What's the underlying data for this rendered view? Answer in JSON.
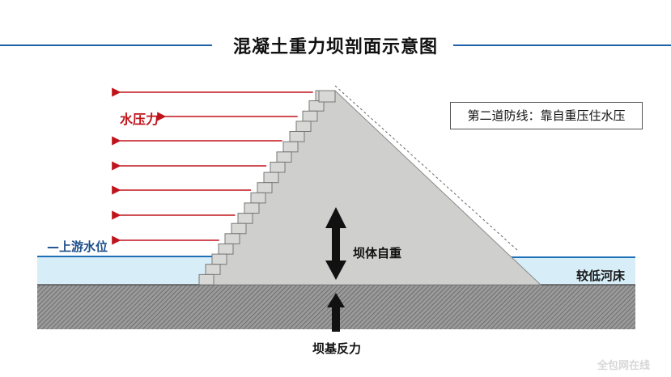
{
  "title": "混凝土重力坝剖面示意图",
  "labels": {
    "water_pressure": "水压力",
    "upstream_water_level": "—上游水位",
    "dam_self_weight": "坝体自重",
    "lower_riverbed": "较低河床",
    "foundation_reaction": "坝基反力"
  },
  "note": "第二道防线：靠自重压住水压",
  "watermark": "全包网在线",
  "colors": {
    "title_line": "#1f5fa8",
    "pressure_arrows": "#c0141c",
    "water": "#d7eef8",
    "water_edge": "#1d6fb8",
    "dam": "#cfcfcd",
    "ground": "#8f8f8f"
  }
}
